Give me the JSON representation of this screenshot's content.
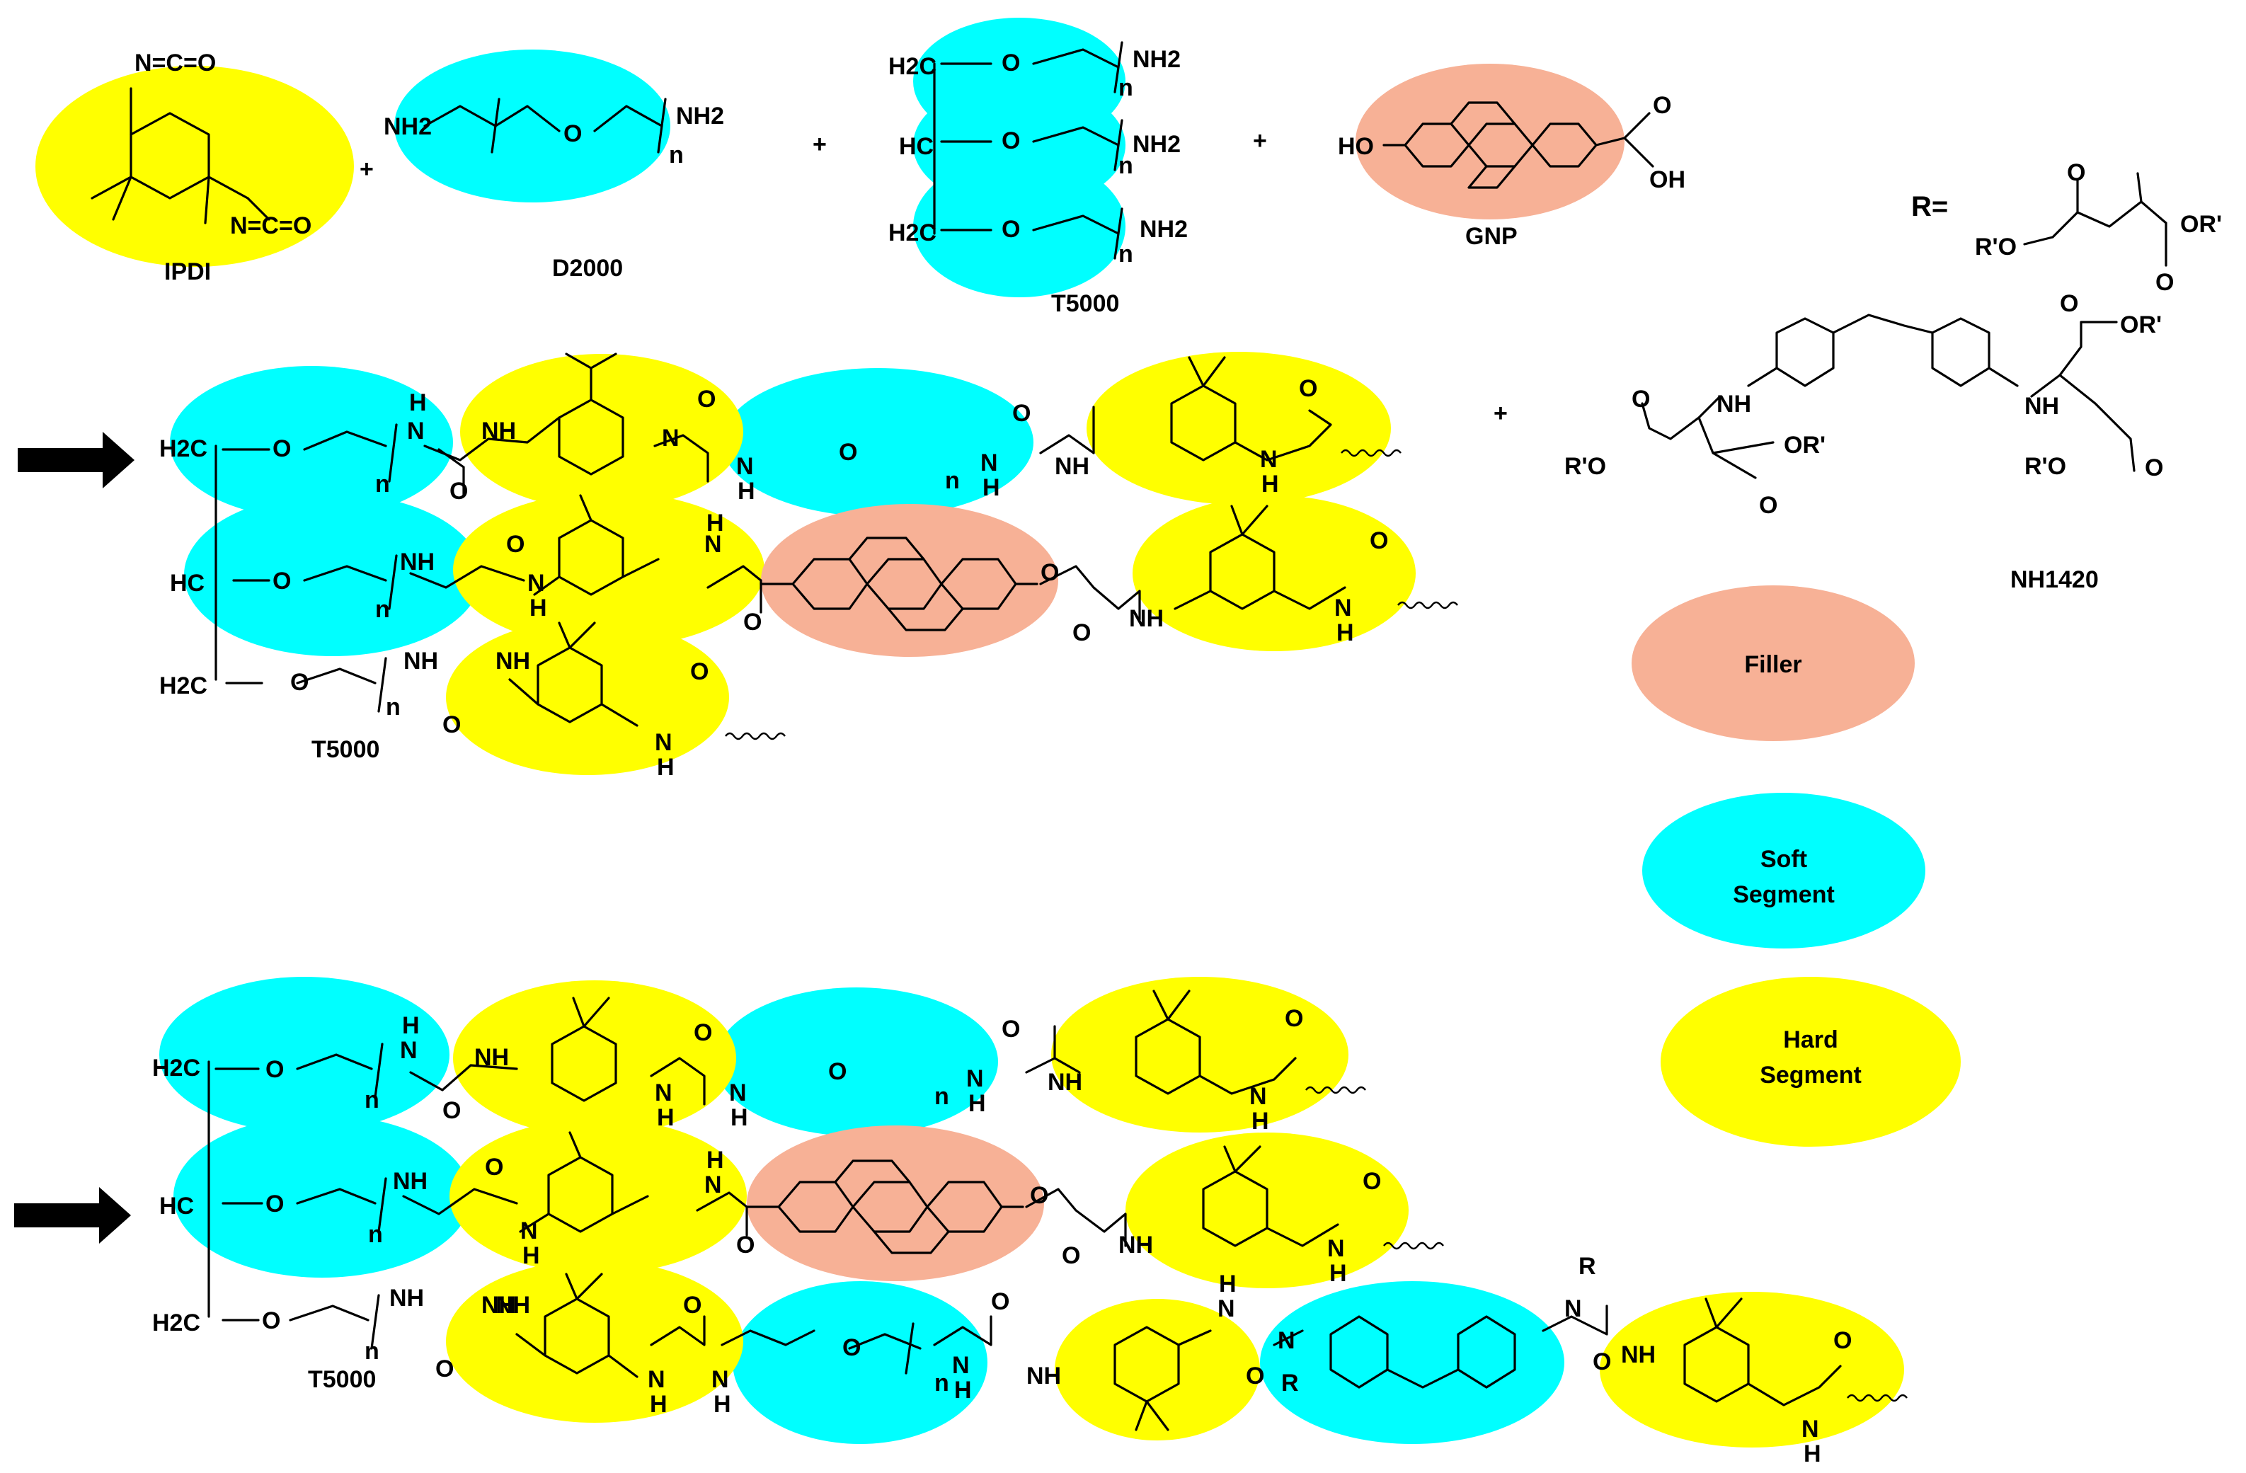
{
  "colors": {
    "hard_segment": "#ffff00",
    "soft_segment": "#00ffff",
    "filler": "#f7b196",
    "arrow": "#000000"
  },
  "reactants": {
    "ipdi": "IPDI",
    "d2000": "D2000",
    "t5000": "T5000",
    "gnp": "GNP",
    "plus": "+",
    "isocyanate": "N=C=O",
    "hydroxyl": "HO",
    "carboxyl_oh": "OH",
    "carbonyl_o": "O"
  },
  "crosslinker": {
    "name": "NH1420",
    "r_def_label": "R=",
    "ester_group": "R'O",
    "ester_group_right": "OR'"
  },
  "legend": {
    "filler": "Filler",
    "soft_line1": "Soft",
    "soft_line2": "Segment",
    "hard_line1": "Hard",
    "hard_line2": "Segment"
  },
  "chem_labels": {
    "nh": "NH",
    "h": "H",
    "n": "N",
    "o": "O",
    "n_repeat": "n",
    "r": "R",
    "h2c": "H2C",
    "hc": "HC",
    "nh2": "NH2"
  },
  "products": {
    "product1_core": "T5000",
    "product2_core": "T5000"
  },
  "icons": {
    "arrow_1": "right-arrow-icon",
    "arrow_2": "right-arrow-icon"
  }
}
